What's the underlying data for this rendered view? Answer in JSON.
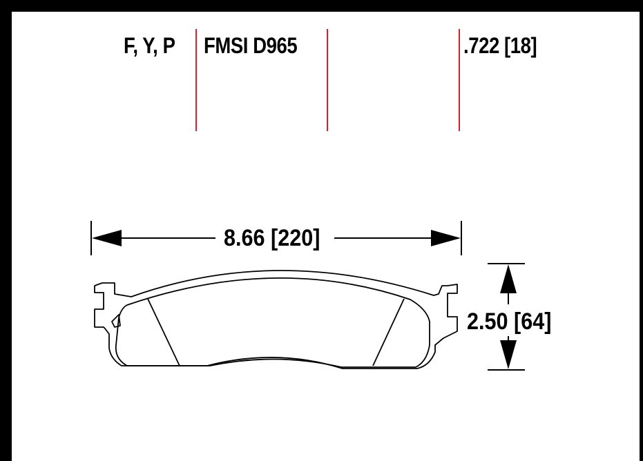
{
  "header": {
    "applications": "F, Y, P",
    "fmsi": "FMSI D965",
    "thickness": ".722 [18]"
  },
  "dimensions": {
    "width": "8.66 [220]",
    "height": "2.50 [64]"
  },
  "colors": {
    "frame": "#000000",
    "background": "#ffffff",
    "divider": "#d0202a",
    "line": "#000000"
  }
}
